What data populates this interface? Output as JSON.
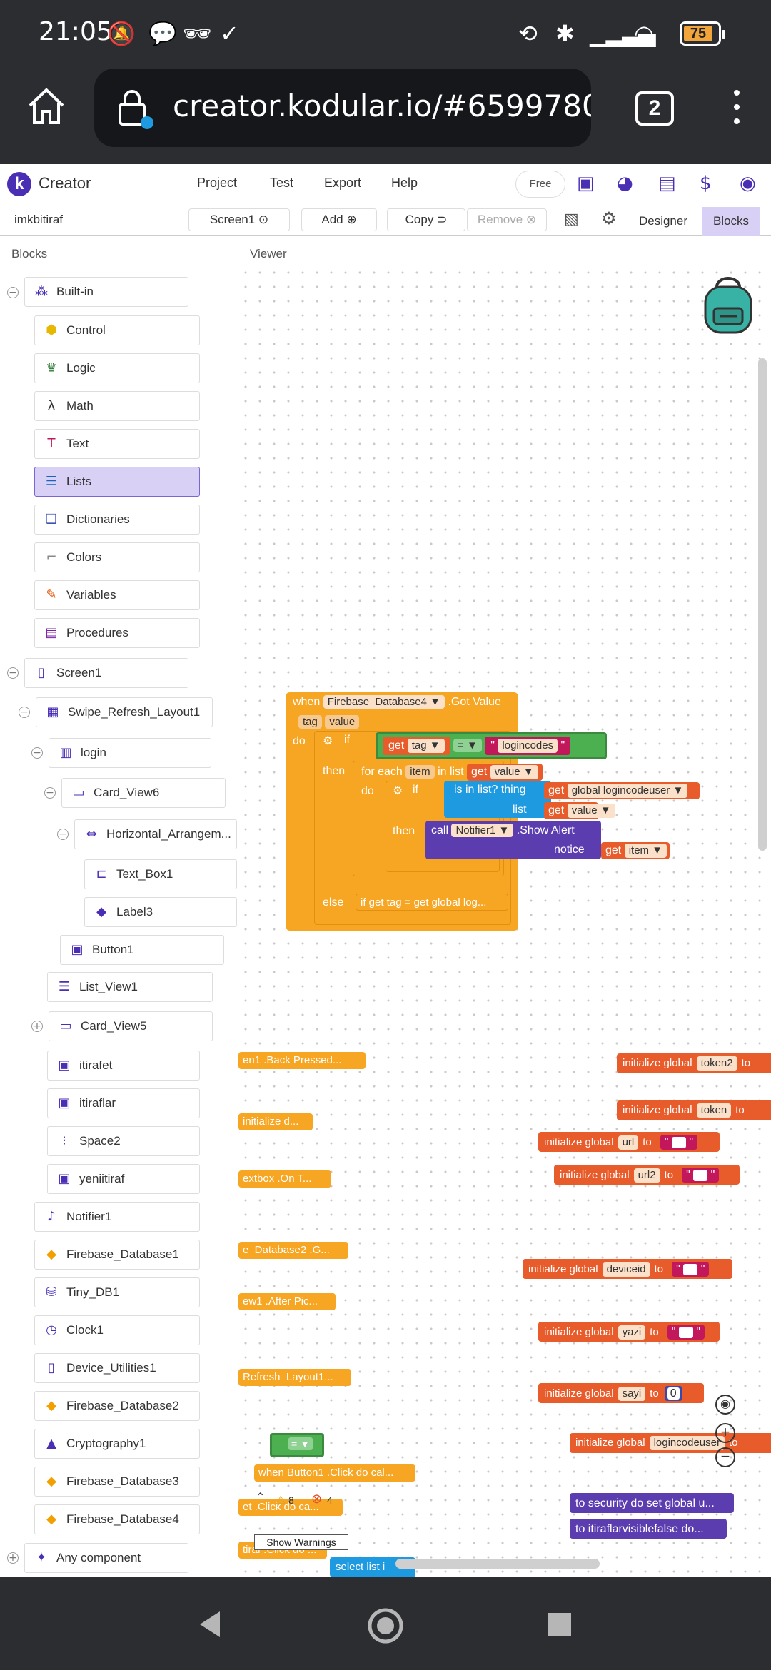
{
  "status": {
    "time": "21:05",
    "battery": "75"
  },
  "browser": {
    "url": "creator.kodular.io/#6599780009",
    "tab_count": "2"
  },
  "app": {
    "brand": "Creator",
    "menu": [
      "Project",
      "Test",
      "Export",
      "Help"
    ],
    "free_label": "Free"
  },
  "toolbar": {
    "project_name": "imkbitiraf",
    "screen_label": "Screen1",
    "add_label": "Add",
    "copy_label": "Copy",
    "remove_label": "Remove",
    "designer_label": "Designer",
    "blocks_label": "Blocks"
  },
  "panels": {
    "blocks_title": "Blocks",
    "viewer_title": "Viewer"
  },
  "sidebar": {
    "builtin": "Built-in",
    "builtin_items": [
      "Control",
      "Logic",
      "Math",
      "Text",
      "Lists",
      "Dictionaries",
      "Colors",
      "Variables",
      "Procedures"
    ],
    "tree": [
      "Screen1",
      "Swipe_Refresh_Layout1",
      "login",
      "Card_View6",
      "Horizontal_Arrangem...",
      "Text_Box1",
      "Label3",
      "Button1",
      "List_View1",
      "Card_View5",
      "itirafet",
      "itiraflar",
      "Space2",
      "yeniitiraf",
      "Notifier1",
      "Firebase_Database1",
      "Tiny_DB1",
      "Clock1",
      "Device_Utilities1",
      "Firebase_Database2",
      "Cryptography1",
      "Firebase_Database3",
      "Firebase_Database4",
      "Any component"
    ]
  },
  "workspace": {
    "main_event": {
      "when": "when",
      "component": "Firebase_Database4",
      "event": ".Got Value",
      "param1": "tag",
      "param2": "value",
      "do": "do",
      "if": "if",
      "get": "get",
      "tag_var": "tag",
      "eq": "=",
      "text": "logincodes",
      "then": "then",
      "foreach": "for each",
      "item": "item",
      "inlist": "in list",
      "value_var": "value",
      "isinlist": "is in list? thing",
      "global_var": "global logincodeuser",
      "list": "list",
      "call": "call",
      "notifier": "Notifier1",
      "show_alert": ".Show Alert",
      "notice": "notice",
      "item_var": "item",
      "else": "else",
      "else_text": "if get tag = get global log..."
    },
    "left_blocks": [
      "en1 .Back Pressed...",
      "initialize d...",
      "extbox .On T...",
      "e_Database2 .G...",
      "ew1 .After Pic...",
      "Refresh_Layout1...",
      "when  Button1 .Click do cal...",
      "et .Click do ca...",
      "tiraf .Click do ..."
    ],
    "globals": [
      {
        "label": "initialize global",
        "name": "token2",
        "to": "to"
      },
      {
        "label": "initialize global",
        "name": "token",
        "to": "to"
      },
      {
        "label": "initialize global",
        "name": "url",
        "to": "to"
      },
      {
        "label": "initialize global",
        "name": "url2",
        "to": "to"
      },
      {
        "label": "initialize global",
        "name": "deviceid",
        "to": "to"
      },
      {
        "label": "initialize global",
        "name": "yazi",
        "to": "to"
      },
      {
        "label": "initialize global",
        "name": "sayi",
        "to": "to"
      },
      {
        "label": "initialize global",
        "name": "logincodeuser",
        "to": "to"
      }
    ],
    "sayi_value": "0",
    "procs": [
      "to security do set global u...",
      "to itiraflarvisiblefalse do..."
    ],
    "warnings": {
      "warn_count": "8",
      "error_count": "4",
      "show_label": "Show Warnings"
    },
    "select_list": "select list i"
  }
}
